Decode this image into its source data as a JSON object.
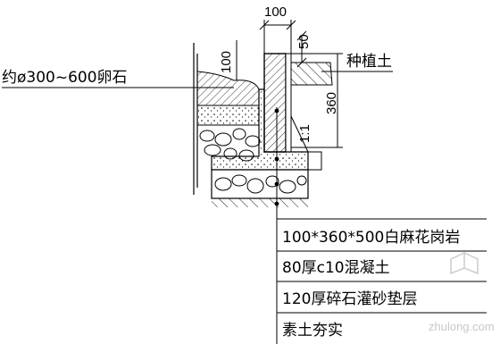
{
  "diagram": {
    "dimensions": {
      "top_width": "100",
      "top_offset": "50",
      "left_height": "100",
      "right_height": "360",
      "slope": "1:1"
    },
    "labels": {
      "pebbles": "约ø300~600卵石",
      "planting_soil": "种植土"
    },
    "callouts": [
      "100*360*500白麻花岗岩",
      "80厚c10混凝土",
      "120厚碎石灌砂垫层",
      "素土夯实"
    ],
    "watermark": "zhulong.com"
  }
}
